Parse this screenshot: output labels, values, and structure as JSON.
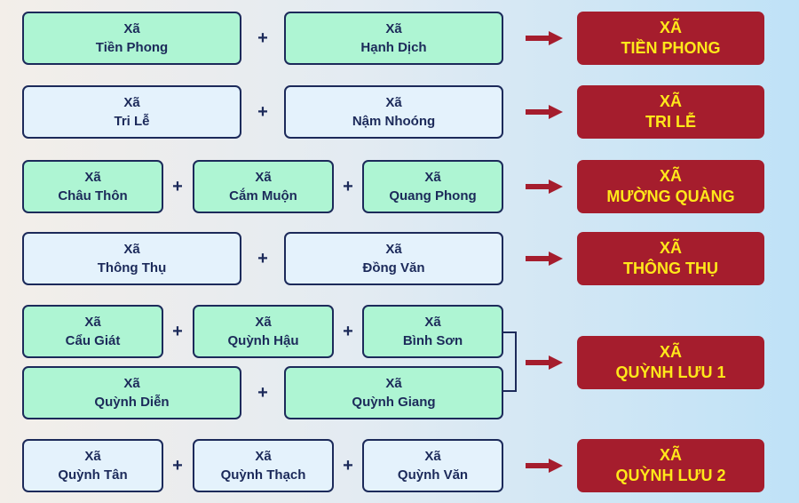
{
  "groups": [
    {
      "sources": [
        {
          "type": "Xã",
          "name": "Tiền Phong"
        },
        {
          "type": "Xã",
          "name": "Hạnh Dịch"
        }
      ],
      "result": {
        "type": "XÃ",
        "name": "TIỀN PHONG"
      }
    },
    {
      "sources": [
        {
          "type": "Xã",
          "name": "Tri Lễ"
        },
        {
          "type": "Xã",
          "name": "Nậm Nhoóng"
        }
      ],
      "result": {
        "type": "XÃ",
        "name": "TRI LỄ"
      }
    },
    {
      "sources": [
        {
          "type": "Xã",
          "name": "Châu Thôn"
        },
        {
          "type": "Xã",
          "name": "Cắm Muộn"
        },
        {
          "type": "Xã",
          "name": "Quang Phong"
        }
      ],
      "result": {
        "type": "XÃ",
        "name": "MƯỜNG QUÀNG"
      }
    },
    {
      "sources": [
        {
          "type": "Xã",
          "name": "Thông Thụ"
        },
        {
          "type": "Xã",
          "name": "Đồng Văn"
        }
      ],
      "result": {
        "type": "XÃ",
        "name": "THÔNG THỤ"
      }
    },
    {
      "sources": [
        {
          "type": "Xã",
          "name": "Cẩu Giát"
        },
        {
          "type": "Xã",
          "name": "Quỳnh Hậu"
        },
        {
          "type": "Xã",
          "name": "Bình Sơn"
        },
        {
          "type": "Xã",
          "name": "Quỳnh Diễn"
        },
        {
          "type": "Xã",
          "name": "Quỳnh Giang"
        }
      ],
      "result": {
        "type": "XÃ",
        "name": "QUỲNH LƯU 1"
      }
    },
    {
      "sources": [
        {
          "type": "Xã",
          "name": "Quỳnh Tân"
        },
        {
          "type": "Xã",
          "name": "Quỳnh Thạch"
        },
        {
          "type": "Xã",
          "name": "Quỳnh Văn"
        }
      ],
      "result": {
        "type": "XÃ",
        "name": "QUỲNH LƯU 2"
      }
    }
  ],
  "plus_symbol": "+",
  "colors": {
    "border": "#1c2a5a",
    "box_green": "#aef5d3",
    "box_light": "#e4f2fc",
    "result_bg": "#a51d2d",
    "result_text": "#ffe81a",
    "arrow": "#a51d2d"
  }
}
